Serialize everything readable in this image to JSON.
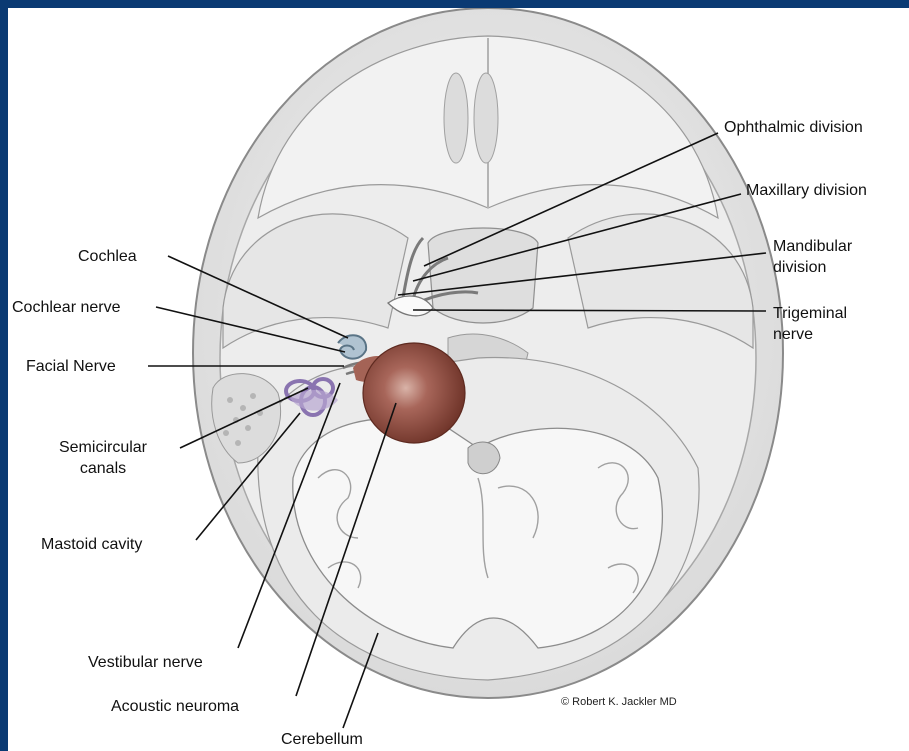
{
  "labels": {
    "ophthalmic": "Ophthalmic division",
    "maxillary": "Maxillary division",
    "mandibular_1": "Mandibular",
    "mandibular_2": "division",
    "trigeminal_1": "Trigeminal",
    "trigeminal_2": "nerve",
    "cochlea": "Cochlea",
    "cochlear_nerve": "Cochlear nerve",
    "facial_nerve": "Facial Nerve",
    "semicircular_1": "Semicircular",
    "semicircular_2": "canals",
    "mastoid": "Mastoid cavity",
    "vestibular": "Vestibular nerve",
    "acoustic": "Acoustic neuroma",
    "cerebellum": "Cerebellum"
  },
  "credit": "© Robert K. Jackler MD",
  "colors": {
    "background": "#0a3a73",
    "tumor": "#8b4a3e",
    "semicircular": "#a894c4",
    "cochlea": "#8fa7b8"
  }
}
